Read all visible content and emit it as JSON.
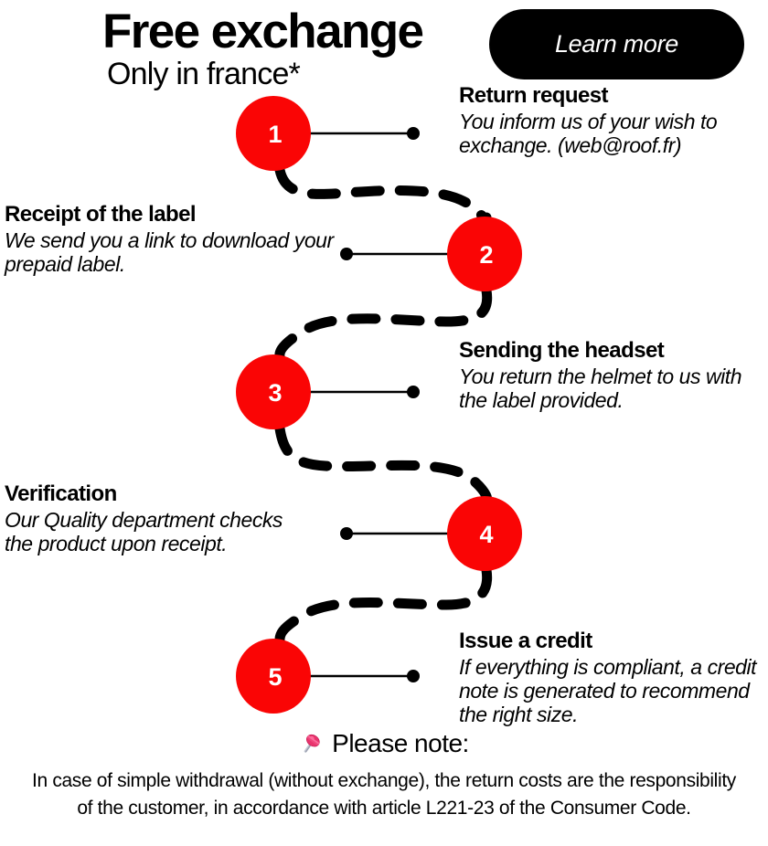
{
  "header": {
    "title": "Free exchange",
    "subtitle": "Only in france*",
    "cta_label": "Learn more"
  },
  "theme": {
    "accent_red": "#fa0505",
    "button_black": "#000000",
    "text_black": "#000000",
    "background": "#ffffff",
    "pin_pink": "#e8336d"
  },
  "steps": [
    {
      "number": "1",
      "title": "Return request",
      "description": "You inform us of your wish to exchange. (web@roof.fr)",
      "side": "right"
    },
    {
      "number": "2",
      "title": "Receipt of the label",
      "description": "We send you a link to download your prepaid label.",
      "side": "left"
    },
    {
      "number": "3",
      "title": "Sending the headset",
      "description": "You return the helmet to us with the label provided.",
      "side": "right"
    },
    {
      "number": "4",
      "title": "Verification",
      "description": "Our Quality department checks the product upon receipt.",
      "side": "left"
    },
    {
      "number": "5",
      "title": "Issue a credit",
      "description": "If everything is compliant, a credit note is generated to recommend the right size.",
      "side": "right"
    }
  ],
  "footer": {
    "pin_icon": "pushpin-icon",
    "note_label": "Please note:",
    "note_body": "In case of simple withdrawal (without exchange), the return costs are the responsibility of the customer, in accordance with article L221-23 of the Consumer Code."
  }
}
